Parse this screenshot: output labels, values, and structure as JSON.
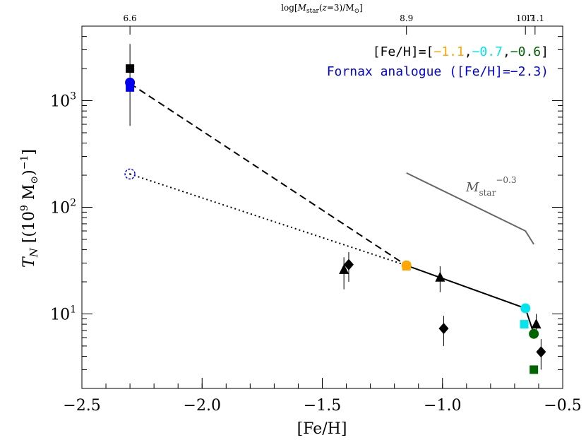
{
  "chart_data": {
    "type": "scatter",
    "xlabel": "[Fe/H]",
    "ylabel": "T_N [(10^9 M_⊙)^-1]",
    "top_axis_label": "log[M_star(z=3)/M_⊙]",
    "xlim": [
      -2.5,
      -0.5
    ],
    "ylim": [
      2.0,
      5000
    ],
    "yscale": "log",
    "grid": false,
    "x_ticks": [
      -2.5,
      -2.0,
      -1.5,
      -1.0,
      -0.5
    ],
    "x_tick_labels": [
      "−2.5",
      "−2.0",
      "−1.5",
      "−1.0",
      "−0.5"
    ],
    "y_ticks": [
      10,
      100,
      1000
    ],
    "y_tick_labels": [
      {
        "base": "10",
        "exp": "1"
      },
      {
        "base": "10",
        "exp": "2"
      },
      {
        "base": "10",
        "exp": "3"
      }
    ],
    "top_ticks": [
      {
        "x": -2.3,
        "label": "6.6"
      },
      {
        "x": -1.15,
        "label": "8.9"
      },
      {
        "x": -0.655,
        "label": "10.7"
      },
      {
        "x": -0.615,
        "label": "11.1"
      }
    ],
    "legend": {
      "placement": "top-right",
      "line1_prefix": "[Fe/H]=[",
      "line1_values": [
        {
          "text": "−1.1",
          "color": "#ffa500"
        },
        {
          "text": "−0.7",
          "color": "#00e5ee"
        },
        {
          "text": "−0.6",
          "color": "#006400"
        }
      ],
      "line1_suffix": "]",
      "line2": "Fornax analogue ([Fe/H]=−2.3)",
      "line2_color": "#0000ee"
    },
    "annotation": {
      "text": "M",
      "sub": "star",
      "sup": "−0.3"
    },
    "model_line": [
      [
        -1.15,
        28.5
      ],
      [
        -0.655,
        11.3
      ],
      [
        -0.62,
        6.5
      ]
    ],
    "dashed_line": [
      [
        -2.3,
        1450
      ],
      [
        -1.15,
        28.5
      ]
    ],
    "dotted_line": [
      [
        -2.3,
        205
      ],
      [
        -1.15,
        28.5
      ]
    ],
    "slope_line": [
      [
        -1.15,
        210
      ],
      [
        -0.655,
        60
      ],
      [
        -0.62,
        45
      ]
    ],
    "model_points": [
      {
        "x": -1.15,
        "y": 28.5,
        "color": "#ffa500",
        "marker": "circle"
      },
      {
        "x": -1.15,
        "y": 28.0,
        "color": "#ffa500",
        "marker": "square"
      },
      {
        "x": -0.655,
        "y": 11.3,
        "color": "#00e5ee",
        "marker": "circle"
      },
      {
        "x": -0.66,
        "y": 8.0,
        "color": "#00e5ee",
        "marker": "square"
      },
      {
        "x": -0.62,
        "y": 6.5,
        "color": "#006400",
        "marker": "circle"
      },
      {
        "x": -0.62,
        "y": 3.0,
        "color": "#006400",
        "marker": "square"
      },
      {
        "x": -2.3,
        "y": 1480,
        "color": "#0000ee",
        "marker": "circle"
      },
      {
        "x": -2.3,
        "y": 1330,
        "color": "#0000ee",
        "marker": "square"
      },
      {
        "x": -2.3,
        "y": 205,
        "color": "#0000ee",
        "marker": "open-circle"
      }
    ],
    "observed_points": [
      {
        "x": -2.3,
        "y": 2000,
        "ylo": 580,
        "yhi": 3400,
        "marker": "square"
      },
      {
        "x": -1.41,
        "y": 26,
        "ylo": 17,
        "yhi": 34,
        "marker": "triangle"
      },
      {
        "x": -1.39,
        "y": 29,
        "ylo": 20,
        "yhi": 38,
        "marker": "diamond"
      },
      {
        "x": -1.01,
        "y": 22,
        "ylo": 16,
        "yhi": 28,
        "marker": "triangle"
      },
      {
        "x": -0.995,
        "y": 7.3,
        "ylo": 5.0,
        "yhi": 9.6,
        "marker": "diamond"
      },
      {
        "x": -0.61,
        "y": 8.0,
        "ylo": 6.2,
        "yhi": 10.0,
        "marker": "triangle"
      },
      {
        "x": -0.59,
        "y": 4.4,
        "ylo": 3.0,
        "yhi": 5.8,
        "marker": "diamond"
      }
    ]
  }
}
